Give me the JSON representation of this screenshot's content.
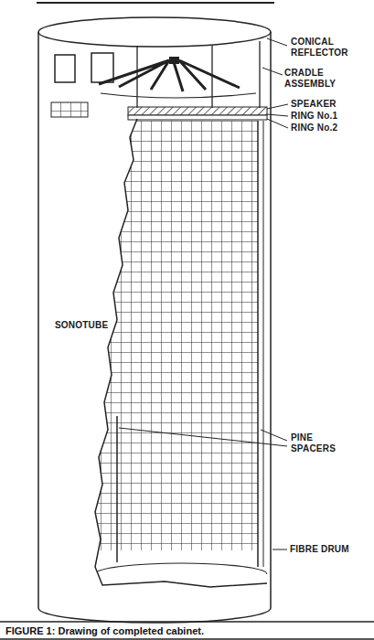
{
  "diagram": {
    "caption": "FIGURE 1: Drawing of completed cabinet.",
    "labels": [
      "CONICAL REFLECTOR",
      "CRADLE ASSEMBLY",
      "SPEAKER",
      "RING No.1",
      "RING No.2",
      "SONOTUBE",
      "PINE SPACERS",
      "FIBRE DRUM"
    ]
  }
}
